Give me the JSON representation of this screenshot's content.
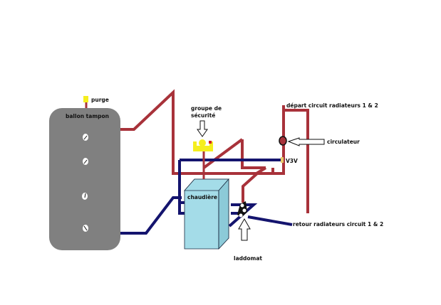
{
  "diagram": {
    "labels": {
      "purge": "purge",
      "ballon_tampon": "ballon tampon",
      "groupe_securite_line1": "groupe de",
      "groupe_securite_line2": "sécurité",
      "depart": "départ circuit radiateurs 1 & 2",
      "circulateur": "circulateur",
      "v3v": "V3V",
      "chaudiere": "chaudière",
      "retour": "retour radiateurs circuit 1 & 2",
      "laddomat": "laddomat"
    },
    "colors": {
      "hot_pipe": "#a8323a",
      "cold_pipe": "#14146e",
      "tank": "#808080",
      "boiler_front": "#a4dce8",
      "boiler_side": "#8ccad8",
      "safety_group": "#f5ee1e",
      "purge_valve": "#f5ee1e",
      "v3v": "#e8c86a"
    }
  }
}
